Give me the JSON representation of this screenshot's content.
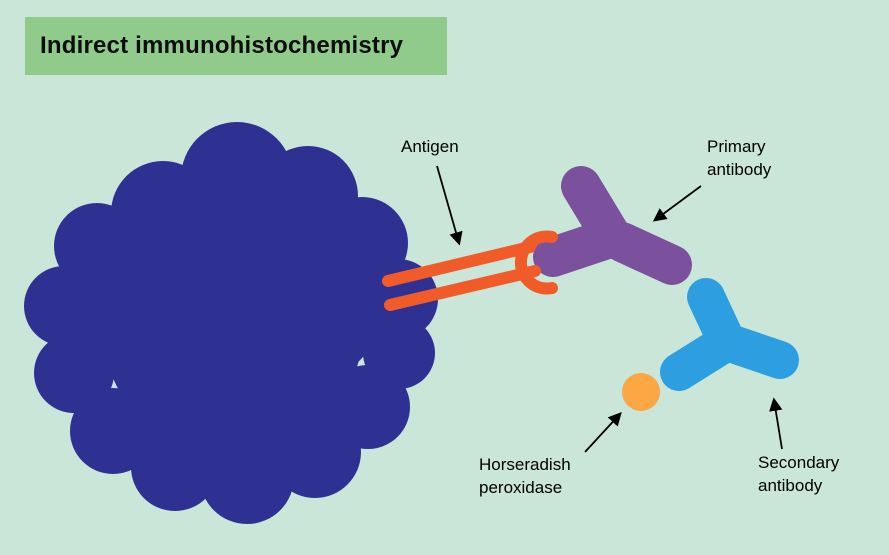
{
  "title": "Indirect immunohistochemistry",
  "labels": {
    "antigen": "Antigen",
    "primary": "Primary\nantibody",
    "hrp": "Horseradish\nperoxidase",
    "secondary": "Secondary\nantibody"
  },
  "colors": {
    "background": "#c9e6d8",
    "title_box": "#90cb8c",
    "cell": "#2e3192",
    "antigen": "#f15a29",
    "primary_antibody": "#7b519d",
    "secondary_antibody": "#2d9fe0",
    "hrp": "#faa744",
    "arrow": "#000000"
  }
}
